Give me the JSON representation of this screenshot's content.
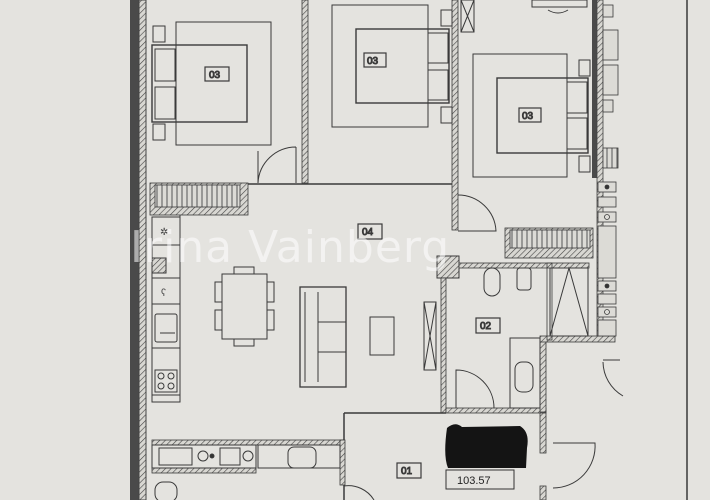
{
  "watermark": "Irina Vainberg",
  "colors": {
    "paper": "#e4e3df",
    "ink": "#3a3a3a",
    "wall_fill": "#5a5a5a",
    "redaction": "#141414"
  },
  "rooms": [
    {
      "id": "bedroom-1",
      "label": "03"
    },
    {
      "id": "bedroom-2",
      "label": "03"
    },
    {
      "id": "bedroom-3",
      "label": "03"
    },
    {
      "id": "living-kitchen",
      "label": "04"
    },
    {
      "id": "bathroom",
      "label": "02"
    },
    {
      "id": "hallway",
      "label": "01"
    }
  ],
  "total_area": "103.57",
  "redacted": true
}
